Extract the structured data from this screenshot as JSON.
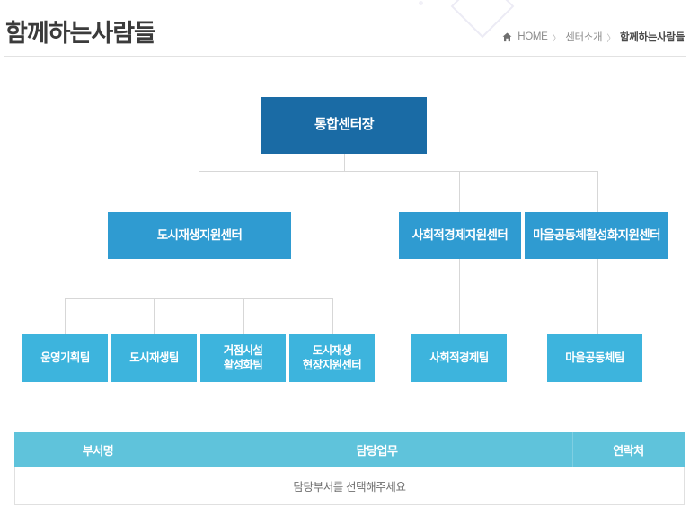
{
  "header": {
    "title": "함께하는사람들",
    "breadcrumb": {
      "home_icon": "home-icon",
      "home": "HOME",
      "separator": "〉",
      "parent": "센터소개",
      "current": "함께하는사람들"
    }
  },
  "colors": {
    "level1": "#1a6ba5",
    "level2": "#2f9bd1",
    "level3": "#3db4dd",
    "table_header": "#5fc3db",
    "connector": "#d7d7d7",
    "title_text": "#3b3b3b",
    "watermark": "#ecebf5"
  },
  "orgchart": {
    "level1": [
      {
        "label": "통합센터장"
      }
    ],
    "level2": [
      {
        "label": "도시재생지원센터"
      },
      {
        "label": "사회적경제지원센터"
      },
      {
        "label": "마을공동체활성화지원센터"
      }
    ],
    "level3": [
      {
        "label": "운영기획팀"
      },
      {
        "label": "도시재생팀"
      },
      {
        "label_line1": "거점시설",
        "label_line2": "활성화팀"
      },
      {
        "label_line1": "도시재생",
        "label_line2": "현장지원센터"
      },
      {
        "label": "사회적경제팀"
      },
      {
        "label": "마을공동체팀"
      }
    ]
  },
  "table": {
    "columns": [
      "부서명",
      "담당업무",
      "연락처"
    ],
    "empty_message": "담당부서를 선택해주세요"
  }
}
